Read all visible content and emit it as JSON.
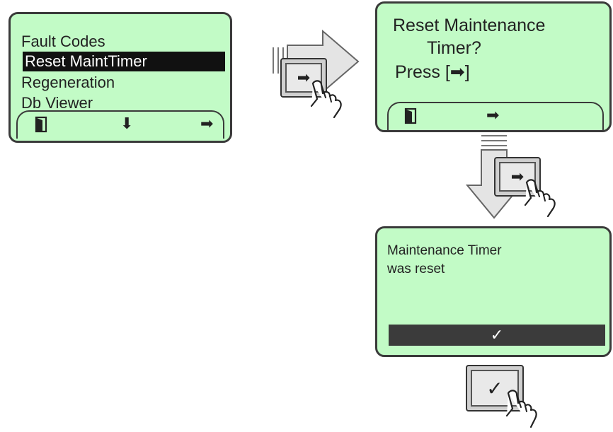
{
  "screen1": {
    "menu": [
      "Fault Codes",
      "Reset MaintTimer",
      "Regeneration",
      "Db Viewer"
    ],
    "selected_index": 1,
    "softkeys": {
      "exit": "",
      "down": "⬇",
      "enter": "➡"
    }
  },
  "screen2": {
    "line1": "Reset Maintenance",
    "line2": "Timer?",
    "line3": "Press [➡]",
    "softkeys": {
      "exit": "",
      "enter": "➡"
    }
  },
  "screen3": {
    "line1": "Maintenance  Timer",
    "line2": "was reset",
    "ok": "✓"
  },
  "buttons": {
    "enter": "➡",
    "ok": "✓"
  },
  "colors": {
    "lcd": "#c2fbc6",
    "border": "#3a3a3a",
    "highlight": "#111111",
    "arrow": "#e4e4e4"
  }
}
